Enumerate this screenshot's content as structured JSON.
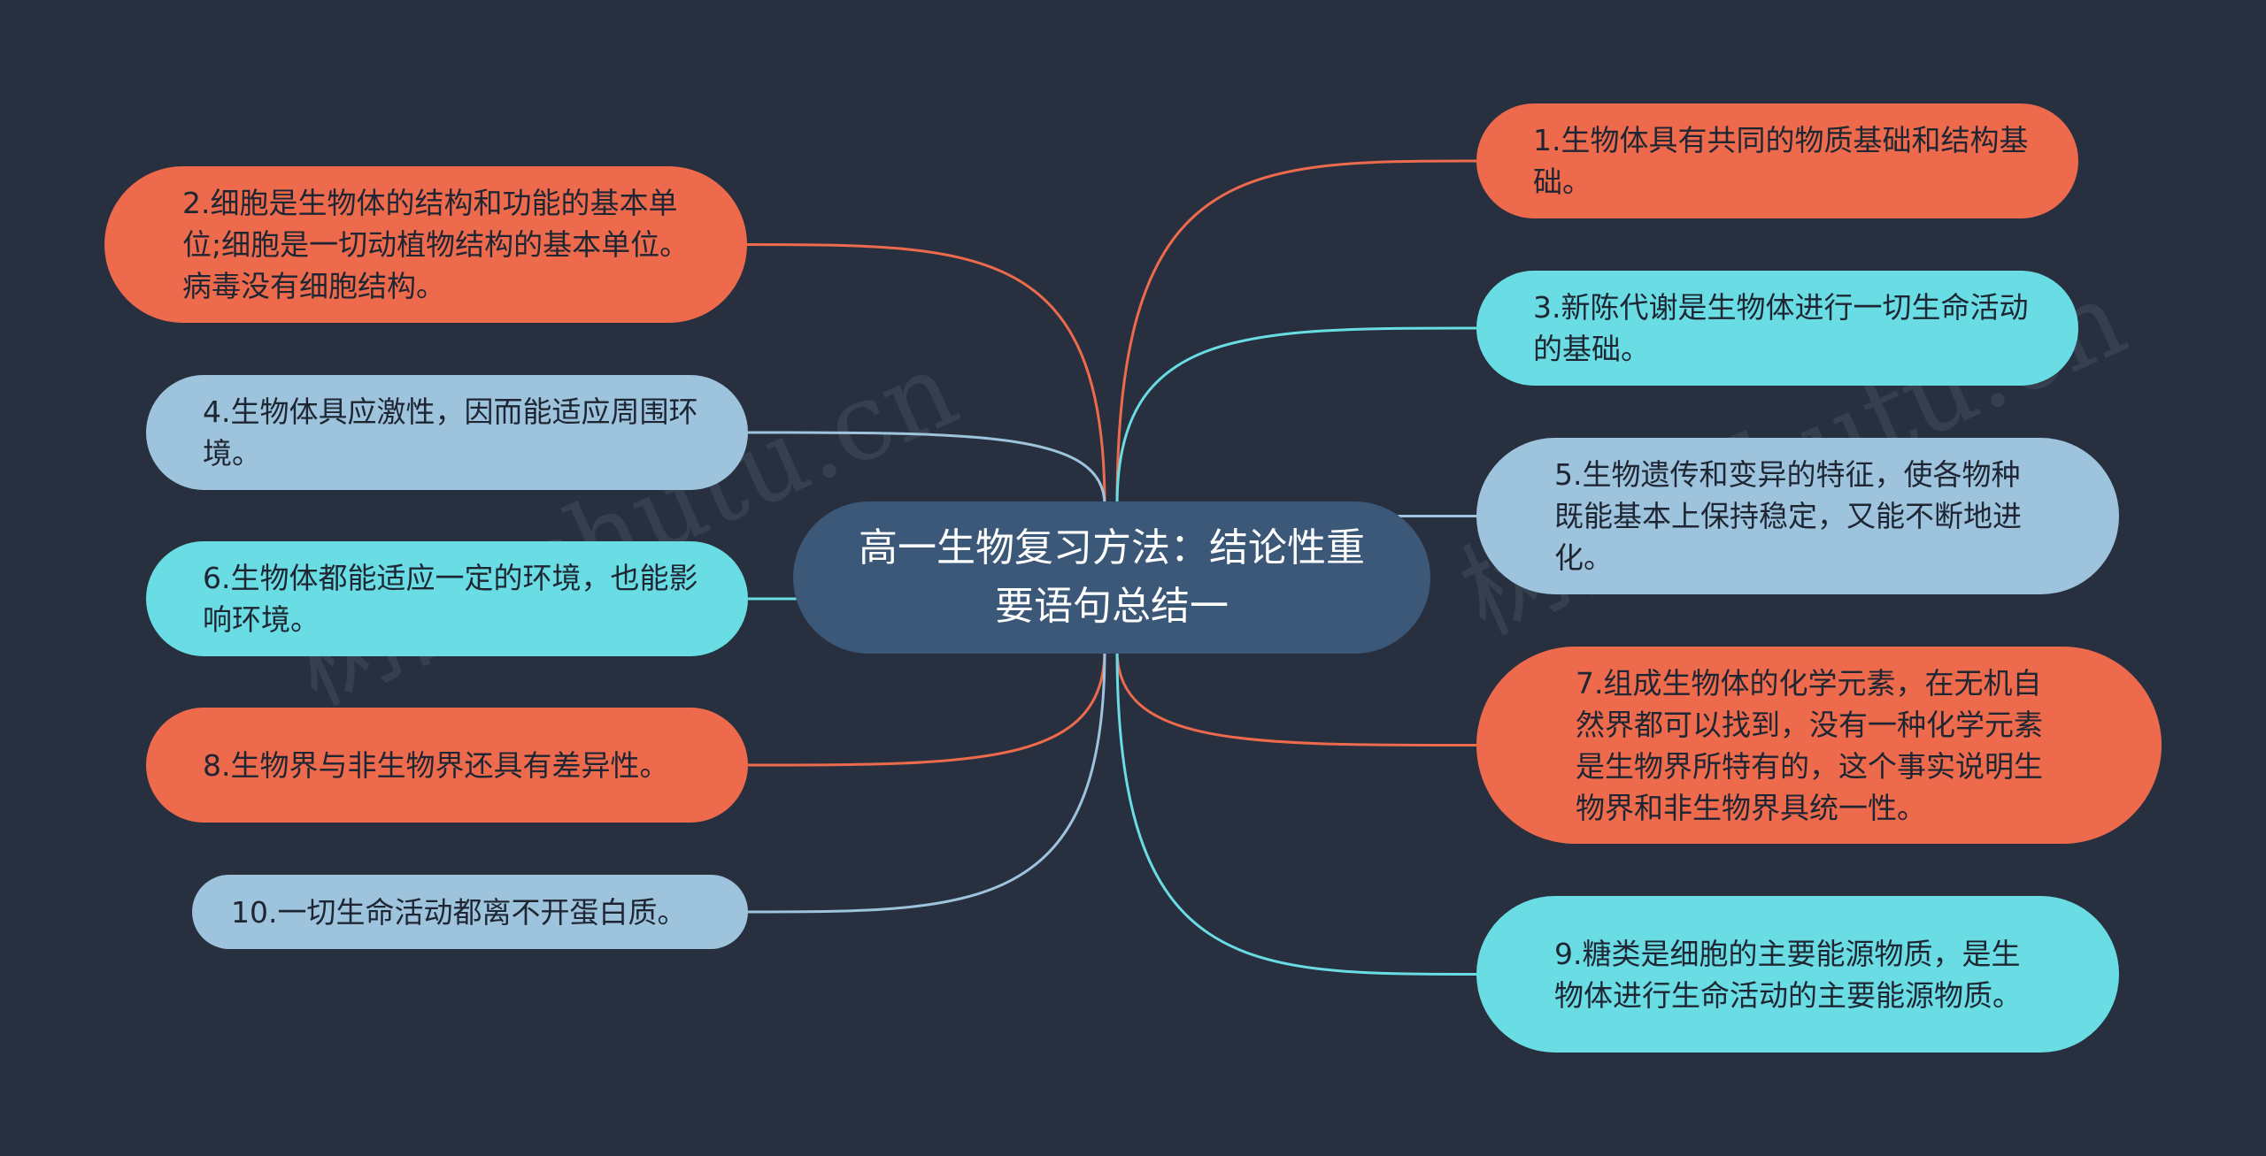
{
  "mindmap": {
    "central": {
      "text": "高一生物复习方法：结论性重要语句总结一",
      "color": "#3c5878"
    },
    "nodes": [
      {
        "id": "n1",
        "text": "1.生物体具有共同的物质基础和结构基础。",
        "color": "#ee6a4c",
        "link": "#ee6a4c"
      },
      {
        "id": "n2",
        "text": "2.细胞是生物体的结构和功能的基本单位;细胞是一切动植物结构的基本单位。病毒没有细胞结构。",
        "color": "#ee6a4c",
        "link": "#ee6a4c"
      },
      {
        "id": "n3",
        "text": "3.新陈代谢是生物体进行一切生命活动的基础。",
        "color": "#69dde3",
        "link": "#69dde3"
      },
      {
        "id": "n4",
        "text": "4.生物体具应激性，因而能适应周围环境。",
        "color": "#9ec3dc",
        "link": "#9ec3dc"
      },
      {
        "id": "n5",
        "text": "5.生物遗传和变异的特征，使各物种既能基本上保持稳定，又能不断地进化。",
        "color": "#9ec3dc",
        "link": "#9ec3dc"
      },
      {
        "id": "n6",
        "text": "6.生物体都能适应一定的环境，也能影响环境。",
        "color": "#69dde3",
        "link": "#69dde3"
      },
      {
        "id": "n7",
        "text": "7.组成生物体的化学元素，在无机自然界都可以找到，没有一种化学元素是生物界所特有的，这个事实说明生物界和非生物界具统一性。",
        "color": "#ee6a4c",
        "link": "#ee6a4c"
      },
      {
        "id": "n8",
        "text": "8.生物界与非生物界还具有差异性。",
        "color": "#ee6a4c",
        "link": "#ee6a4c"
      },
      {
        "id": "n9",
        "text": "9.糖类是细胞的主要能源物质，是生物体进行生命活动的主要能源物质。",
        "color": "#69dde3",
        "link": "#69dde3"
      },
      {
        "id": "n10",
        "text": "10.一切生命活动都离不开蛋白质。",
        "color": "#9ec3dc",
        "link": "#9ec3dc"
      }
    ]
  },
  "watermark": {
    "text": "树图 shutu.cn"
  }
}
